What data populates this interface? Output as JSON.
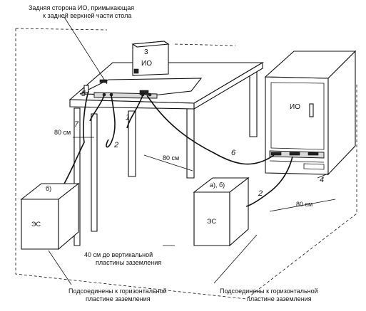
{
  "labels": {
    "top_note_line1": "Задняя сторона ИО, примыкающая",
    "top_note_line2": "к задней верхней части стола",
    "io_table_number": "3",
    "io_table_name": "ИО",
    "io_cabinet_name": "ИО",
    "es_left_variant": "б)",
    "es_left_name": "ЭС",
    "es_right_variant": "а), б)",
    "es_right_name": "ЭС",
    "dist_left": "80 см",
    "dist_center": "80 см",
    "dist_right": "80 см",
    "vertical_plate_line1": "40 см до вертикальной",
    "vertical_plate_line2": "пластины заземления",
    "ground_left_line1": "Подсоединены к горизонтальной",
    "ground_left_line2": "пластине заземления",
    "ground_right_line1": "Подсоединены к горизонтальной",
    "ground_right_line2": "пластине заземления"
  },
  "numbers": {
    "n1": "1",
    "n2a": "2",
    "n2b": "2",
    "n4": "4",
    "n5": "5",
    "n6": "6",
    "n7": "7"
  }
}
